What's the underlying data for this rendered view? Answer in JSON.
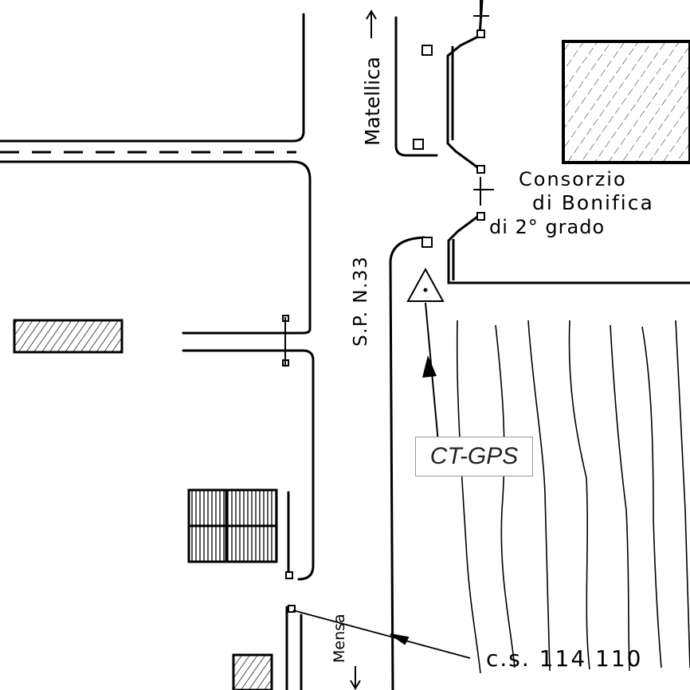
{
  "labels": {
    "road_north": "Matellica",
    "road_name": "S.P. N.33",
    "building_line1": "Consorzio",
    "building_line2": "di Bonifica",
    "building_line3": "di 2° grado",
    "station": "CT-GPS",
    "canteen": "Mensa",
    "survey_point": "c.s. 114 110"
  }
}
